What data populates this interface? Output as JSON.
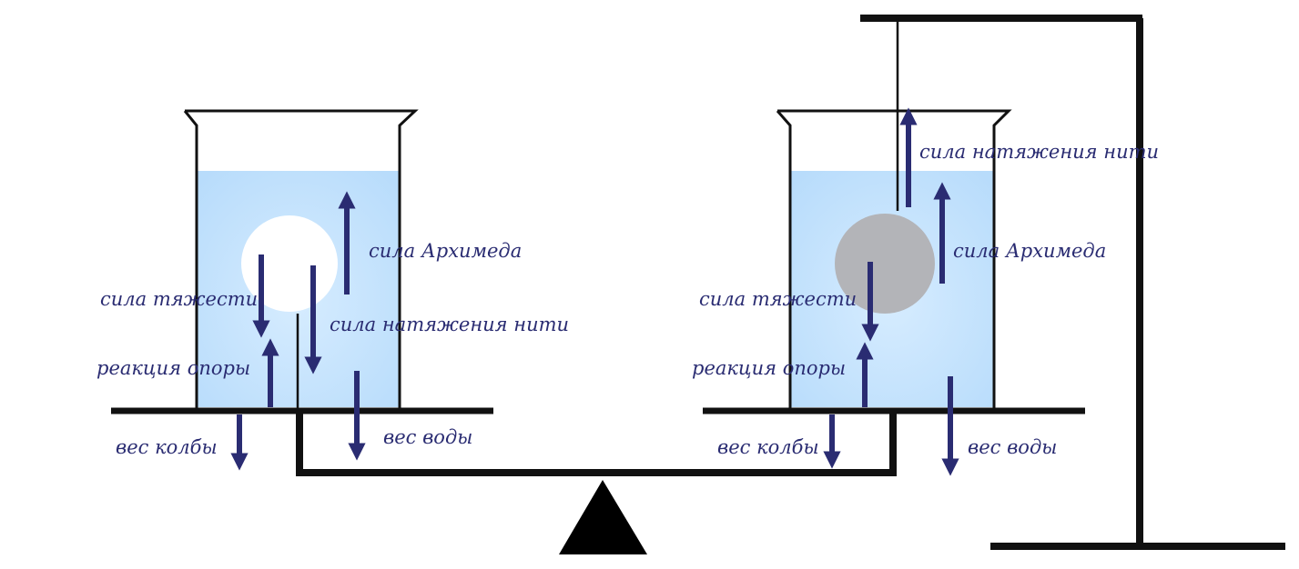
{
  "left_setup": {
    "labels": {
      "archimedes": "сила Архимеда",
      "gravity": "сила тяжести",
      "thread_tension": "сила натяжения нити",
      "support_reaction": "реакция опоры",
      "flask_weight": "вес колбы",
      "water_weight": "вес воды"
    }
  },
  "right_setup": {
    "labels": {
      "thread_tension": "сила натяжения нити",
      "archimedes": "сила Архимеда",
      "gravity": "сила тяжести",
      "support_reaction": "реакция опоры",
      "flask_weight": "вес колбы",
      "water_weight": "вес воды"
    }
  },
  "colors": {
    "arrow": "#2a2c72",
    "water": "#bfe1ff",
    "outline": "#111111",
    "immersed_ball": "#b3b4b8",
    "suspended_ball": "#ffffff"
  }
}
